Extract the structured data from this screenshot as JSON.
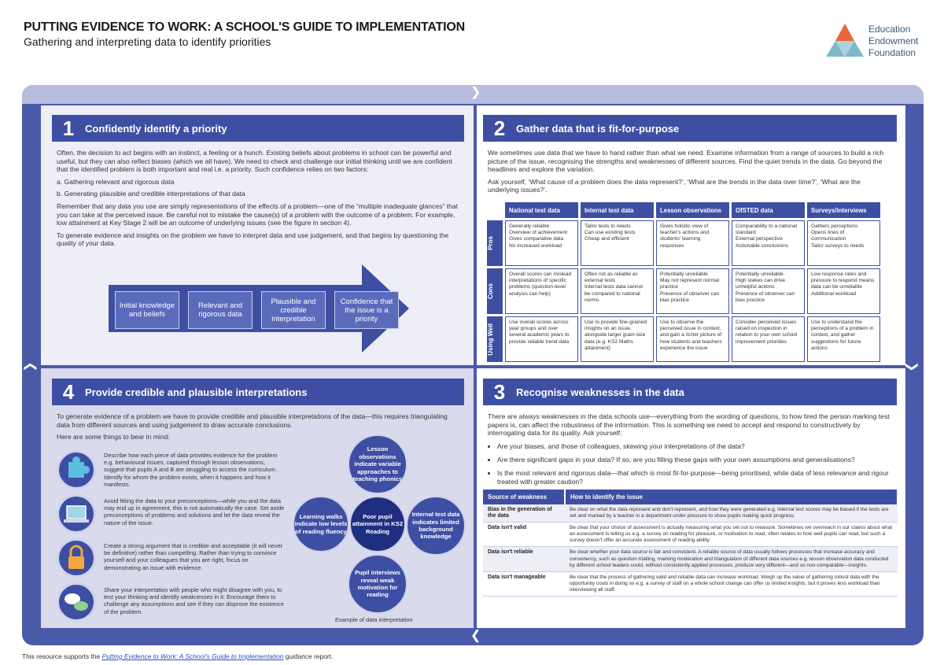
{
  "header": {
    "title": "PUTTING EVIDENCE TO WORK: A SCHOOL'S GUIDE TO IMPLEMENTATION",
    "subtitle": "Gathering and interpreting data to identify priorities",
    "logo_lines": [
      "Education",
      "Endowment",
      "Foundation"
    ]
  },
  "s1": {
    "num": "1",
    "title": "Confidently identify a priority",
    "para1": "Often, the decision to act begins with an instinct, a feeling or a hunch. Existing beliefs about problems in school can be powerful and useful, but they can also reflect biases (which we all have). We need to check and challenge our initial thinking until we are confident that the identified problem is both important and real i.e. a priority. Such confidence relies on two factors:",
    "item_a": "a.  Gathering relevant and rigorous data",
    "item_b": "b.  Generating plausible and credible interpretations of that data",
    "para2": "Remember that any data you use are simply representations of the effects of a problem—one of the “multiple inadequate glances” that you can take at the perceived issue. Be careful not to mistake the cause(s) of a problem with the outcome of a problem. For example, low attainment at Key Stage 2 will be an outcome of underlying issues (see the figure in section 4).",
    "para3": "To generate evidence and insights on the problem we have to interpret data and use judgement, and that begins by questioning the quality of your data.",
    "chips": [
      "Initial knowledge and beliefs",
      "Relevant and rigorous data",
      "Plausible and credible interpretation",
      "Confidence that the issue is a priority"
    ]
  },
  "s2": {
    "num": "2",
    "title": "Gather data that is fit-for-purpose",
    "para1": "We sometimes use data that we have to hand rather than what we need. Examine information from a range of sources to build a rich picture of the issue, recognising the strengths and weaknesses of different sources. Find the quiet trends in the data. Go beyond the headlines and explore the variation.",
    "para2": "Ask yourself, ‘What cause of a problem does the data represent?’, ‘What are the trends in the data over time?’, ‘What are the underlying issues?’.",
    "columns": [
      "National test data",
      "Internal test data",
      "Lesson observations",
      "OfSTED data",
      "Surveys/interviews"
    ],
    "rows": [
      {
        "label": "Pros",
        "cells": [
          [
            "Generally reliable",
            "Overview of achievement",
            "Gives comparative data",
            "No increased workload"
          ],
          [
            "Tailor tests to needs",
            "Can use existing tests",
            "Cheap and efficient"
          ],
          [
            "Gives holistic view of teacher's actions and students' learning responses"
          ],
          [
            "Comparability to a national standard",
            "External perspective",
            "Actionable conclusions"
          ],
          [
            "Gathers perceptions",
            "Opens lines of communication",
            "Tailor surveys to needs"
          ]
        ]
      },
      {
        "label": "Cons",
        "cells": [
          [
            "Overall scores can mislead interpretations of specific problems (question-level analysis can help)"
          ],
          [
            "Often not as reliable as external tests",
            "Internal tests data cannot be compared to national norms"
          ],
          [
            "Potentially unreliable",
            "May not represent normal practice",
            "Presence of observer can bias practice"
          ],
          [
            "Potentially unreliable",
            "High stakes can drive unhelpful actions",
            "Presence of observer can bias practice"
          ],
          [
            "Low response rates and pressure to respond means data can be unreliable",
            "Additional workload"
          ]
        ]
      },
      {
        "label": "Using Well",
        "cells": [
          [
            "Use overall scores across year groups and over several academic years to provide reliable trend data"
          ],
          [
            "Use to provide fine-grained insights on an issue, alongside larger grain-size data (e.g. KS2 Maths attainment)"
          ],
          [
            "Use to observe the perceived issue in context, and gain a richer picture of how students and teachers experience the issue"
          ],
          [
            "Consider perceived issues raised on inspection in relation to your own school improvement priorities"
          ],
          [
            "Use to understand the perceptions of a problem in context, and gather suggestions for future actions"
          ]
        ]
      }
    ]
  },
  "s3": {
    "num": "3",
    "title": "Recognise weaknesses in the data",
    "para1": "There are always weaknesses in the data schools use—everything from the wording of questions, to how tired the person marking test papers is, can affect the robustness of the information. This is something we need to accept and respond to constructively by interrogating data for its quality. Ask yourself:",
    "bullets": [
      "Are your biases, and those of colleagues, skewing your interpretations of the data?",
      "Are there significant gaps in your data? If so, are you filling these gaps with your own assumptions and generalisations?",
      "Is the most relevant and rigorous data—that which is most fit-for-purpose—being prioritised, while data of less relevance and rigour treated with greater caution?"
    ],
    "col1": "Source of weakness",
    "col2": "How to identify the issue",
    "rows": [
      {
        "k": "Bias in the generation of the data",
        "v": "Be clear on what the data represent and don't represent, and how they were generated e.g. internal test scores may be biased if the tests are set and marked by a teacher in a department under pressure to show pupils making quick progress."
      },
      {
        "k": "Data isn't valid",
        "v": "Be clear that your choice of assessment is actually measuring what you set out to measure. Sometimes we overreach in our claims about what an assessment is telling us e.g. a survey on reading for pleasure, or motivation to read, often relates to how well pupils can read, but such a survey doesn't offer an accurate assessment of reading ability."
      },
      {
        "k": "Data isn't reliable",
        "v": "Be clear whether your data source is fair and consistent. A reliable source of data usually follows processes that increase accuracy and consistency, such as question trialling, marking moderation and triangulation of different data sources e.g. lesson observation data conducted by different school leaders could, without consistently applied processes, produce very different—and so non-comparable—insights."
      },
      {
        "k": "Data isn't manageable",
        "v": "Be clear that the process of gathering valid and reliable data can increase workload. Weigh up the value of gathering robust data with the opportunity costs in doing so e.g. a survey of staff on a whole school change can offer us limited insights, but it proves less workload than interviewing all staff."
      }
    ]
  },
  "s4": {
    "num": "4",
    "title": "Provide credible and plausible interpretations",
    "para1": "To generate evidence of a problem we have to provide credible and plausible interpretations of the data—this requires triangulating data from different sources and using judgement to draw accurate conclusions.",
    "para2": "Here are some things to bear in mind:",
    "tips": [
      "Describe how each piece of data provides evidence for the problem e.g. behavioural issues, captured through lesson observations, suggest that pupils A and B are struggling to access the curriculum. Identify for whom the problem exists, when it happens and how it manifests.",
      "Avoid fitting the data to your preconceptions—while you and the data may end up in agreement, this is not automatically the case. Set aside preconceptions of problems and solutions and let the data reveal the nature of the issue.",
      "Create a strong argument that is credible and acceptable (it will never be definitive) rather than compelling. Rather than trying to convince yourself and your colleagues that you are right, focus on demonstrating an issue with evidence.",
      "Share your interpretation with people who might disagree with you, to test your thinking and identify weaknesses in it. Encourage them to challenge any assumptions and see if they can disprove the existence of the problem."
    ],
    "bubbles": {
      "center": "Poor pupil attainment in KS2 Reading",
      "top": "Lesson observations indicate variable approaches to teaching phonics",
      "left": "Learning walks indicate low levels of reading fluency",
      "right": "Internal test data indicates limited background knowledge",
      "bottom": "Pupil interviews reveal weak motivation for reading"
    },
    "caption": "Example of data interpretation"
  },
  "footer": {
    "prefix": "This resource supports the ",
    "link": "Putting Evidence to Work: A School's Guide to Implementation",
    "suffix": " guidance report."
  },
  "colors": {
    "brand": "#3e4fa3",
    "frame": "#4a5aa8",
    "logo_orange": "#e8663a",
    "logo_teal": "#7fb8c8"
  },
  "icons": [
    "puzzle-icon",
    "laptop-icon",
    "padlock-icon",
    "speech-bubbles-icon"
  ]
}
